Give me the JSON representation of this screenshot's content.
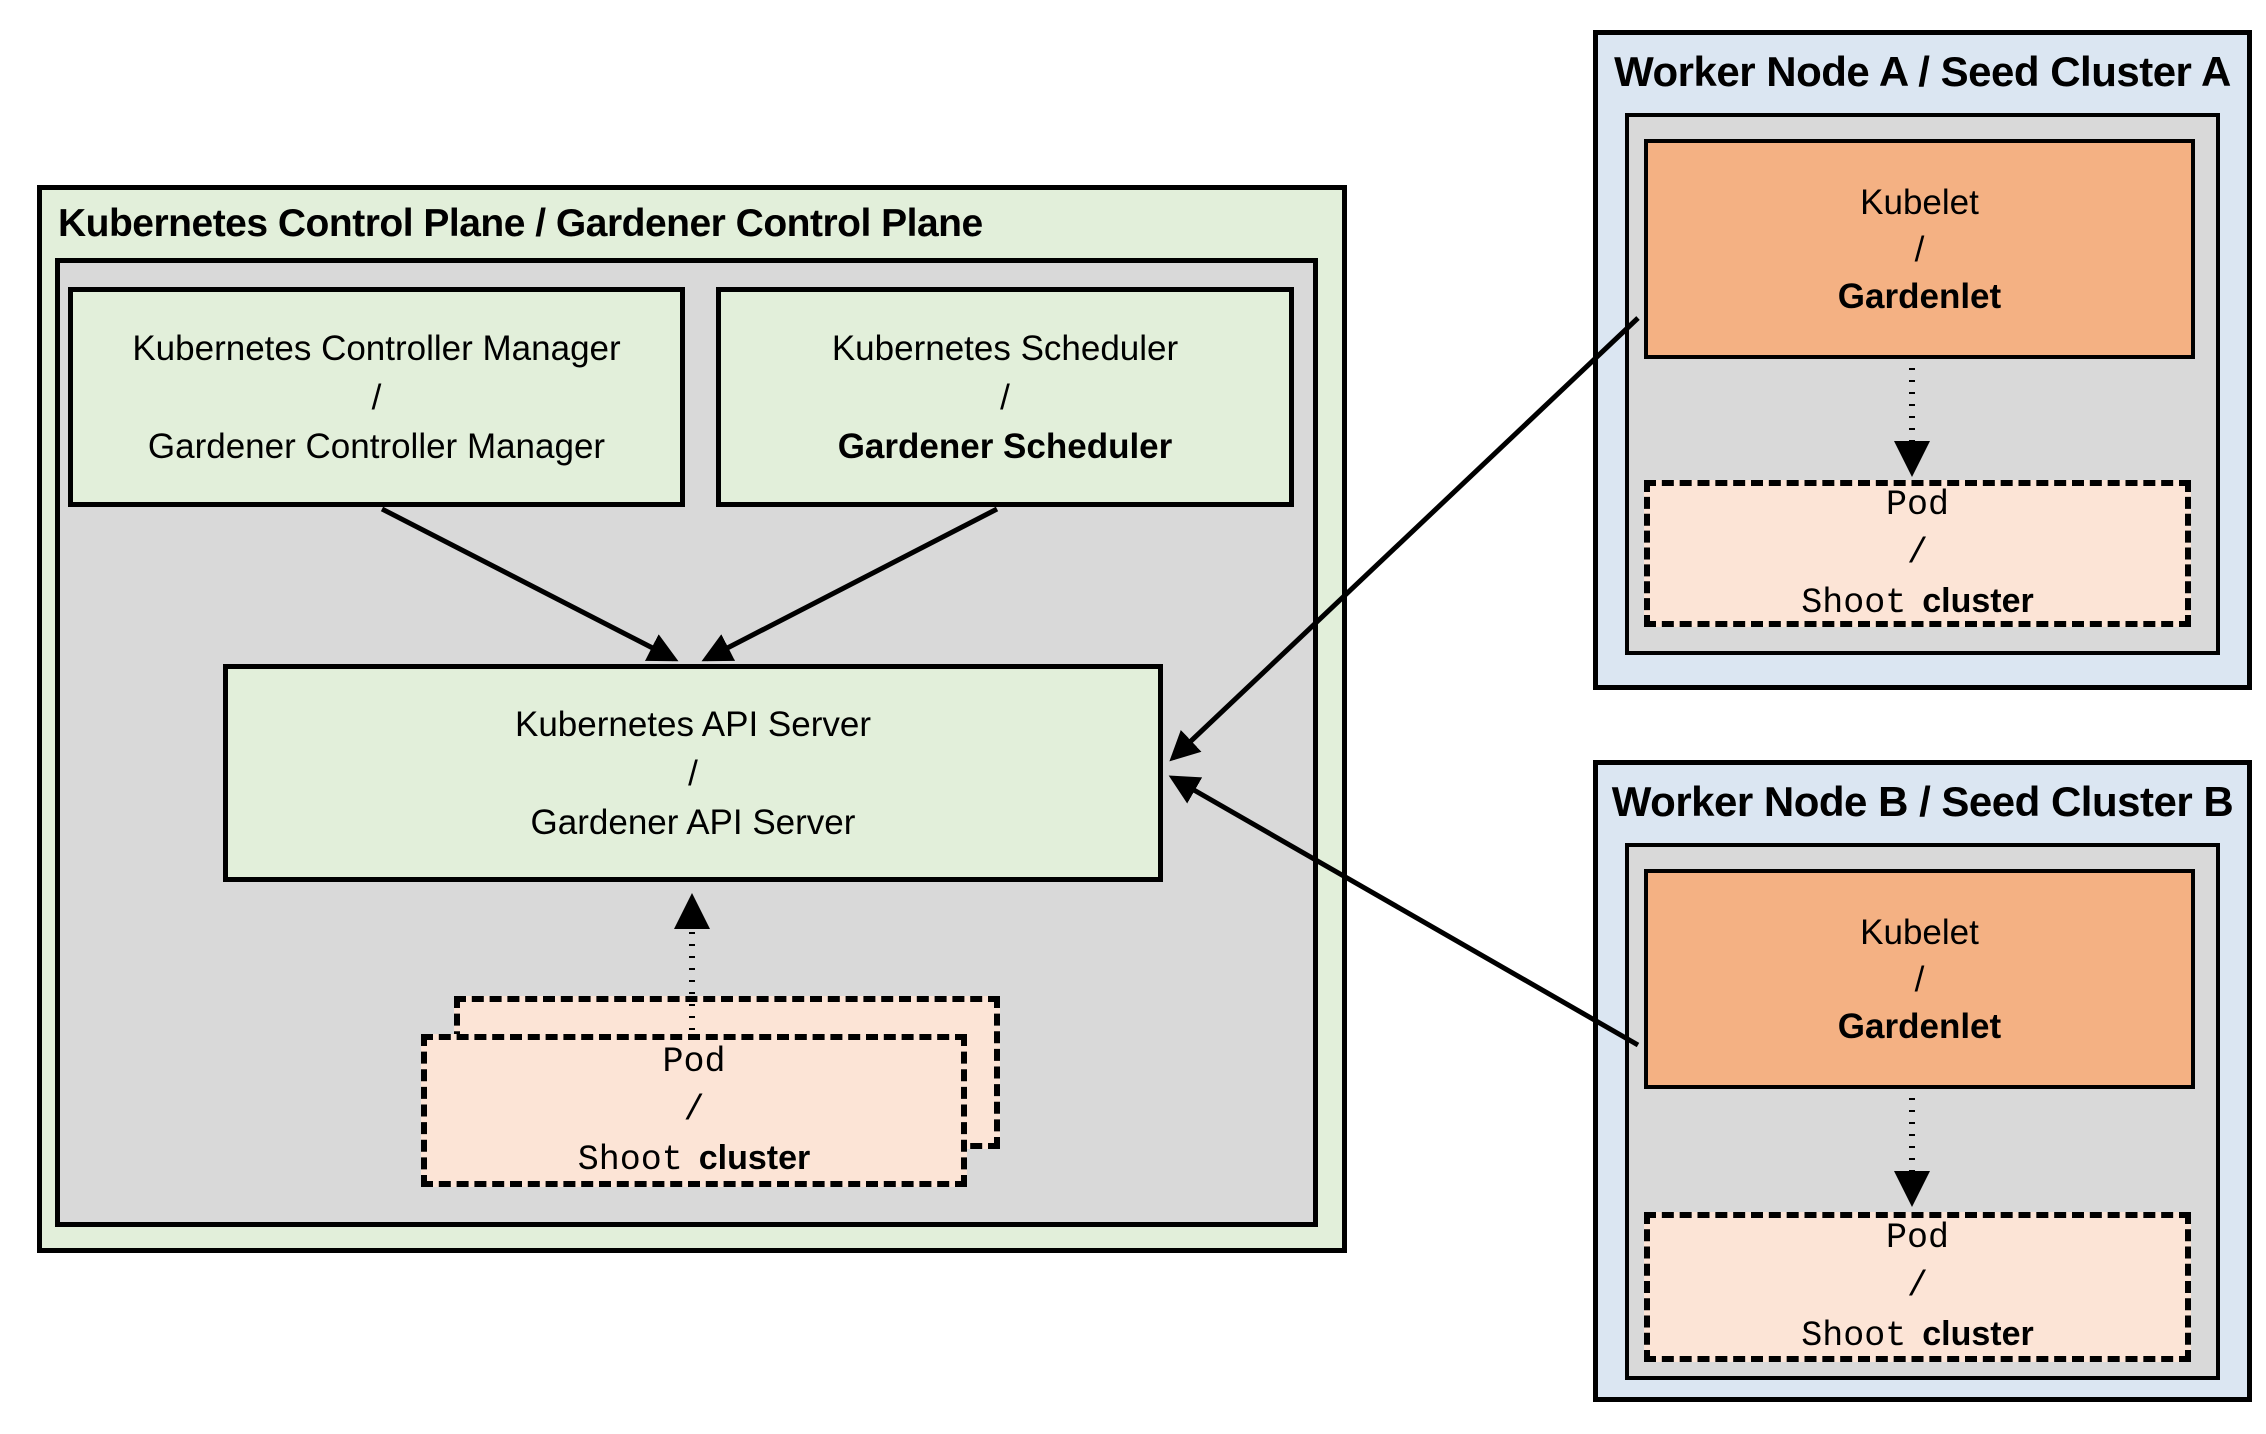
{
  "colors": {
    "green": "#e2efda",
    "gray": "#d9d9d9",
    "blue": "#dbe6f2",
    "orange": "#f4b183",
    "peach": "#fce4d6",
    "line": "#000000"
  },
  "control_plane": {
    "title": "Kubernetes Control Plane / Gardener Control Plane",
    "controller_manager": {
      "line1": "Kubernetes Controller Manager",
      "slash": "/",
      "line2": "Gardener Controller Manager"
    },
    "scheduler": {
      "line1": "Kubernetes Scheduler",
      "slash": "/",
      "line2": "Gardener Scheduler"
    },
    "api_server": {
      "line1": "Kubernetes API Server",
      "slash": "/",
      "line2": "Gardener API Server"
    },
    "pod": {
      "line1": "Pod",
      "slash": "/",
      "line2_mono": "Shoot",
      "line2_suffix": "cluster"
    }
  },
  "worker_node_a": {
    "title": "Worker Node A / Seed Cluster A",
    "kubelet": {
      "line1": "Kubelet",
      "slash": "/",
      "line2": "Gardenlet"
    },
    "pod": {
      "line1": "Pod",
      "slash": "/",
      "line2_mono": "Shoot",
      "line2_suffix": "cluster"
    }
  },
  "worker_node_b": {
    "title": "Worker Node B / Seed Cluster B",
    "kubelet": {
      "line1": "Kubelet",
      "slash": "/",
      "line2": "Gardenlet"
    },
    "pod": {
      "line1": "Pod",
      "slash": "/",
      "line2_mono": "Shoot",
      "line2_suffix": "cluster"
    }
  }
}
